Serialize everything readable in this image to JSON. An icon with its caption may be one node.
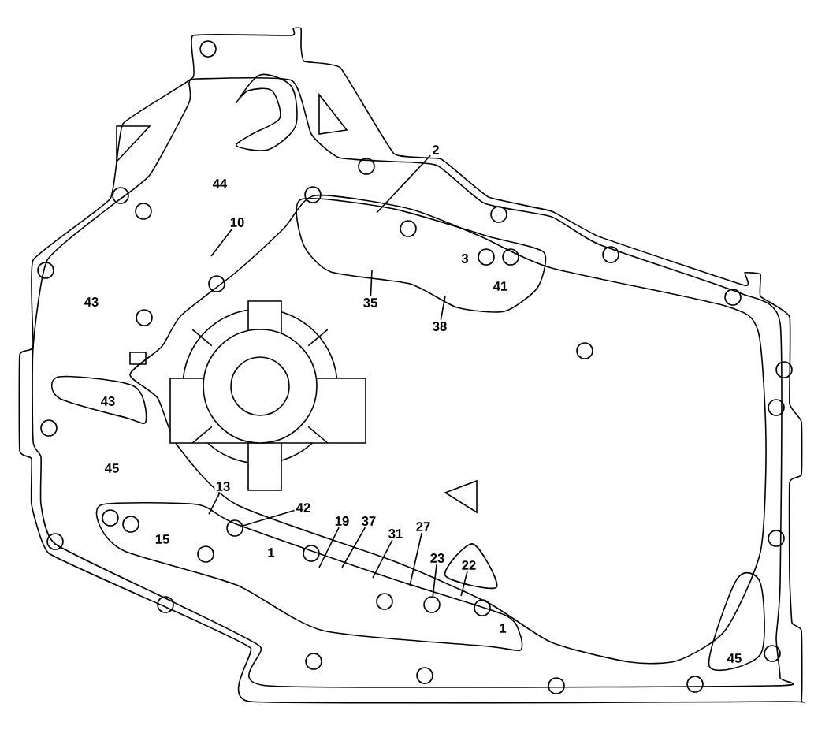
{
  "diagram": {
    "nodes": [
      {
        "text": [
          "2"
        ]
      },
      {
        "text": [
          "10"
        ]
      },
      {
        "text": [
          "35"
        ]
      },
      {
        "text": [
          "38"
        ]
      },
      {
        "text": [
          "13"
        ]
      },
      {
        "text": [
          "42"
        ]
      },
      {
        "text": [
          "19"
        ]
      },
      {
        "text": [
          "37"
        ]
      },
      {
        "text": [
          "31"
        ]
      },
      {
        "text": [
          "27"
        ]
      },
      {
        "text": [
          "23"
        ]
      },
      {
        "text": [
          "22"
        ]
      },
      {
        "text": [],
        "shape": "circle"
      },
      {
        "text": [],
        "shape": "circle"
      }
    ],
    "edges": [
      {
        "from": 0,
        "to": null,
        "arrow": "none"
      },
      {
        "from": 1,
        "to": null,
        "arrow": "none"
      },
      {
        "from": 2,
        "to": null,
        "arrow": "none"
      },
      {
        "from": 3,
        "to": null,
        "arrow": "none"
      },
      {
        "from": 4,
        "to": null,
        "arrow": "none"
      },
      {
        "from": 5,
        "to": 12,
        "arrow": "none"
      },
      {
        "from": 6,
        "to": null,
        "arrow": "none"
      },
      {
        "from": 7,
        "to": null,
        "arrow": "none"
      },
      {
        "from": 8,
        "to": null,
        "arrow": "none"
      },
      {
        "from": 9,
        "to": null,
        "arrow": "none"
      },
      {
        "from": 10,
        "to": 13,
        "arrow": "none"
      },
      {
        "from": 11,
        "to": null,
        "arrow": "none"
      }
    ],
    "labels": [
      "44",
      "43",
      "3",
      "41",
      "43",
      "45",
      "15",
      "1",
      "1",
      "45"
    ]
  }
}
